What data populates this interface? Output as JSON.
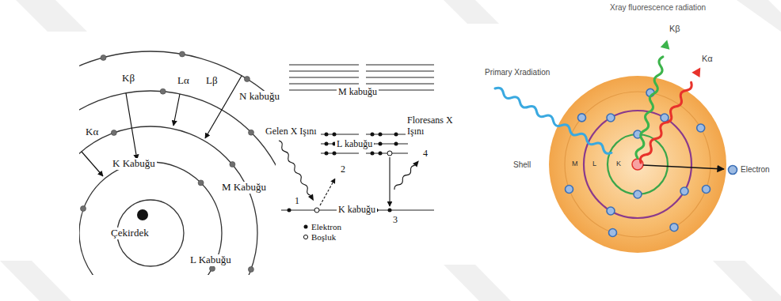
{
  "diagram": {
    "labels": [
      "Kβ",
      "Lα",
      "Lβ",
      "N kabuğu",
      "Kα",
      "K Kabuğu",
      "M Kabuğu",
      "Çekirdek",
      "L Kabuğu",
      "M kabuğu",
      "Gelen X Işını",
      "L kabuğu",
      "1",
      "2",
      "Floresans X Işını",
      "4",
      "K kabuğu",
      "3",
      "Xray fluorescence radiation",
      "Kβ",
      "Kα",
      "Primary Xradiation",
      "Shell",
      "M",
      "L",
      "K",
      "Electron"
    ],
    "legend": [
      {
        "text": "Elektron"
      },
      {
        "text": "Boşluk"
      }
    ]
  }
}
